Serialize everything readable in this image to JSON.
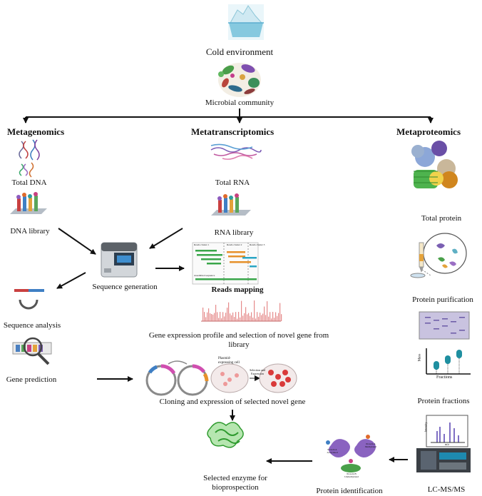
{
  "top": {
    "environment": "Cold environment",
    "community": "Microbial community"
  },
  "branches": {
    "metagenomics": "Metagenomics",
    "metatranscriptomics": "Metatranscriptomics",
    "metaproteomics": "Metaproteomics"
  },
  "metagenomics_steps": {
    "total_dna": "Total DNA",
    "dna_library": "DNA library",
    "sequence_analysis": "Sequence analysis",
    "gene_prediction": "Gene prediction"
  },
  "metatranscriptomics_steps": {
    "total_rna": "Total RNA",
    "rna_library": "RNA library",
    "reads_mapping": "Reads mapping",
    "gene_expression": "Gene expression profile and selection of novel gene from library"
  },
  "center": {
    "sequence_generation": "Sequence generation",
    "cloning": "Cloning and expression of selected novel gene",
    "enzyme": "Selected enzyme for bioprospection"
  },
  "metaproteomics_steps": {
    "total_protein": "Total protein",
    "purification": "Protein purification",
    "fractions": "Protein fractions",
    "lcms": "LC-MS/MS",
    "identification": "Protein identification"
  },
  "figure_text": {
    "reads_cluster_1": "Reads cluster 1",
    "reads_cluster_2": "Reads cluster 2",
    "reads_cluster_3": "Reads cluster 3",
    "assembled_sequence": "Assembled sequence",
    "plasmid_cell": "Plasmid-expressing cell",
    "selection_expression": "Selection and Expression",
    "mass_axis": "Mass",
    "fractions_axis": "Fractions",
    "intensity_axis": "Intensity",
    "mz_axis": "m/z",
    "protein_a_acetylated": "Protein A Acetylated",
    "protein_a_methylated": "Protein A Methylated",
    "protein_b_unmethylated": "Protein B Unmethylated"
  },
  "colors": {
    "arrow": "#111111",
    "ice": "#9fd4e6",
    "protein_green": "#3fb23f",
    "bar_red": "#e58a8a"
  }
}
